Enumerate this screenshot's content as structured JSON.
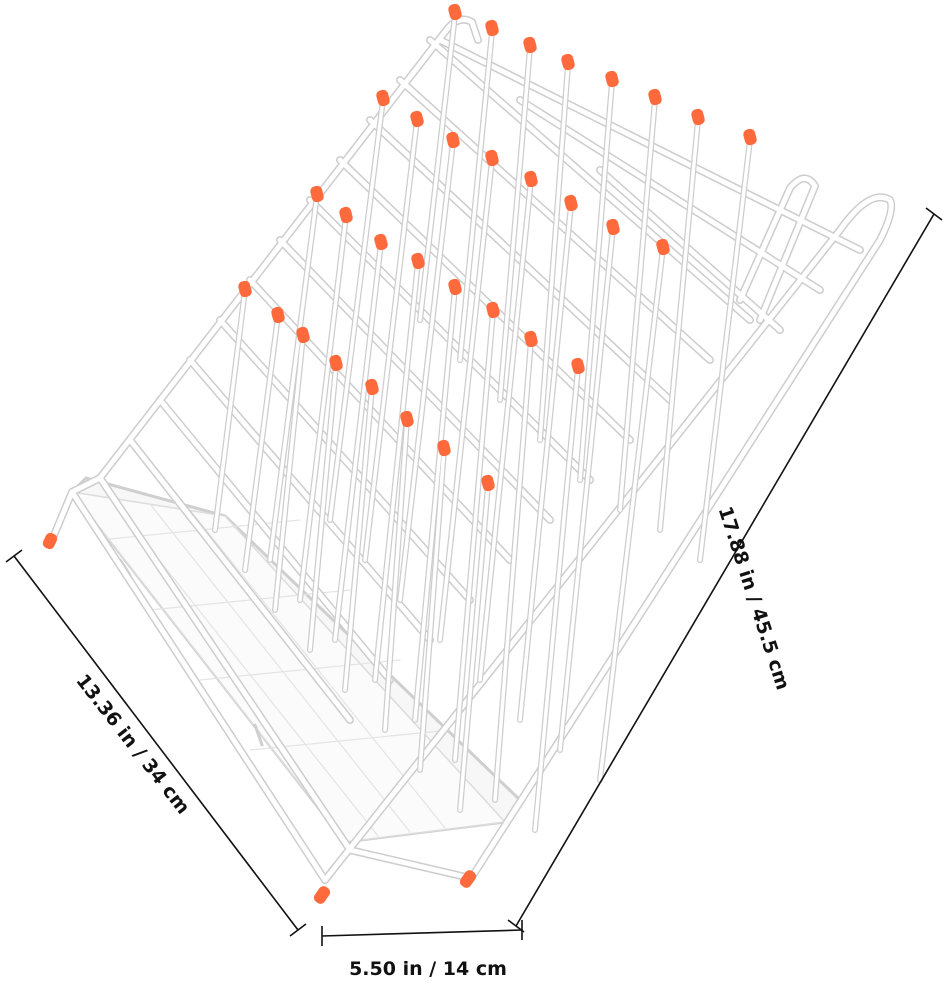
{
  "dimensions": {
    "height_label": "17.88 in / 45.5 cm",
    "depth_label": "13.36 in / 34 cm",
    "width_label": "5.50 in / 14 cm"
  },
  "colors": {
    "background": "#ffffff",
    "wire": "#ffffff",
    "wire_shadow": "#cfcfcf",
    "cap": "#ff6a3d",
    "dimension_line": "#111111"
  }
}
